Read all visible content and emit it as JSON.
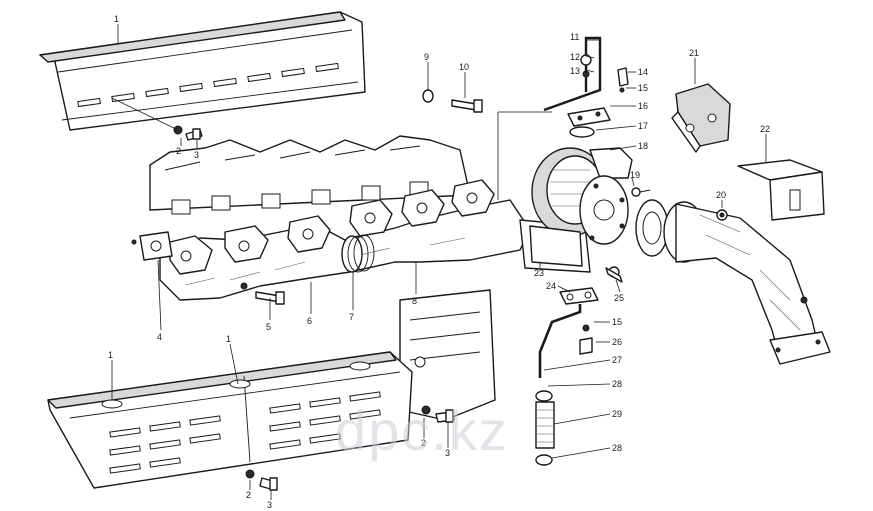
{
  "callouts": [
    {
      "id": "c1a",
      "text": "1"
    },
    {
      "id": "c1b",
      "text": "1"
    },
    {
      "id": "c1c",
      "text": "1"
    },
    {
      "id": "c2a",
      "text": "2"
    },
    {
      "id": "c3a",
      "text": "3"
    },
    {
      "id": "c2b",
      "text": "2"
    },
    {
      "id": "c3b",
      "text": "3"
    },
    {
      "id": "c2c",
      "text": "2"
    },
    {
      "id": "c3c",
      "text": "3"
    },
    {
      "id": "c4",
      "text": "4"
    },
    {
      "id": "c5",
      "text": "5"
    },
    {
      "id": "c6",
      "text": "6"
    },
    {
      "id": "c7",
      "text": "7"
    },
    {
      "id": "c8",
      "text": "8"
    },
    {
      "id": "c9",
      "text": "9"
    },
    {
      "id": "c10",
      "text": "10"
    },
    {
      "id": "c11",
      "text": "11"
    },
    {
      "id": "c12",
      "text": "12"
    },
    {
      "id": "c13",
      "text": "13"
    },
    {
      "id": "c14",
      "text": "14"
    },
    {
      "id": "c15a",
      "text": "15"
    },
    {
      "id": "c15b",
      "text": "15"
    },
    {
      "id": "c16",
      "text": "16"
    },
    {
      "id": "c17",
      "text": "17"
    },
    {
      "id": "c18",
      "text": "18"
    },
    {
      "id": "c19",
      "text": "19"
    },
    {
      "id": "c20",
      "text": "20"
    },
    {
      "id": "c21",
      "text": "21"
    },
    {
      "id": "c22",
      "text": "22"
    },
    {
      "id": "c23",
      "text": "23"
    },
    {
      "id": "c24",
      "text": "24"
    },
    {
      "id": "c25",
      "text": "25"
    },
    {
      "id": "c26",
      "text": "26"
    },
    {
      "id": "c27",
      "text": "27"
    },
    {
      "id": "c28a",
      "text": "28"
    },
    {
      "id": "c29",
      "text": "29"
    },
    {
      "id": "c28b",
      "text": "28"
    }
  ],
  "watermark": "dpc.kz",
  "colors": {
    "line": "#1a1a1a",
    "shade": "#d9d9d9",
    "watermark": "#c8ccd6"
  }
}
